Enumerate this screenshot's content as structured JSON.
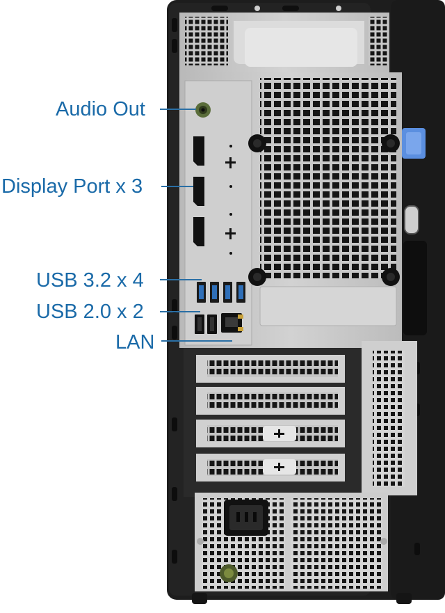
{
  "labels": {
    "audio_out": "Audio Out",
    "display_port": "Display Port x 3",
    "usb32": "USB 3.2 x 4",
    "usb20": "USB 2.0 x 2",
    "lan": "LAN"
  },
  "colors": {
    "label_text": "#1a6aa8",
    "leader_line": "#2a6fa5",
    "chassis_black": "#1c1c1c",
    "silver_panel": "#c9c9c9",
    "grille_hole": "#161616",
    "usb3_blue": "#2f6fb8",
    "release_latch": "#5b8fe0"
  },
  "icons": [
    "audio-jack-icon",
    "displayport-icon",
    "usb-port-icon",
    "ethernet-port-icon",
    "power-inlet-icon",
    "release-latch-icon"
  ]
}
